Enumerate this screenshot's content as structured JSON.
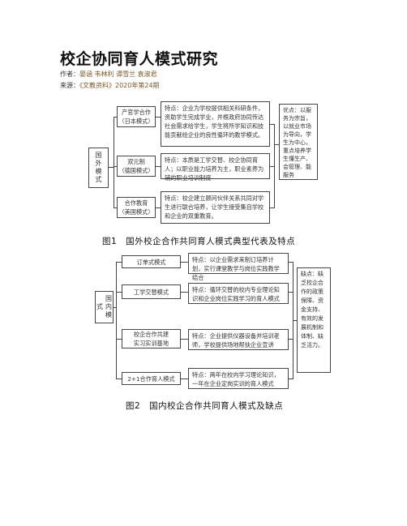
{
  "article": {
    "title": "校企协同育人模式研究",
    "authors_label": "作者：",
    "authors": "晏涵 韦林利 谭雪兰 袁淑君",
    "source_label": "来源：",
    "source": "《文教资料》2020年第24期"
  },
  "figure1": {
    "root": "国外模式",
    "models": [
      {
        "name": "产官学合作\n（日本模式）",
        "feature": "特点：企业为学校提供相关科研条件，资助学生完成学业，并根政府协同传达社会需求给学生，学生将所学知识和技能贡献给企业的良性循环的教学模式。"
      },
      {
        "name": "双元制\n（德国模式）",
        "feature": "特点：本质是工学交替、校企协同育人；以职业能力培养为主，职业素养为辅的职业培训制度"
      },
      {
        "name": "合作教育\n（美国模式）",
        "feature": "特点：校企建立顾问伙伴关系共同对学生进行联合培养，让学生接受集自学校和企业的双重教育。"
      }
    ],
    "advantage": "优点：以服务为宗旨，以就业市场为导向，学生为中心，重点培养学生懂生产、会管理、能服务",
    "caption": "图1　国外校企合作共同育人模式典型代表及特点"
  },
  "figure2": {
    "root": "国内模式",
    "models": [
      {
        "name": "订单式模式",
        "feature": "特点：以企业需求来制订培养计划，实行课堂教学与岗位实践教学结合"
      },
      {
        "name": "工学交替模式",
        "feature": "特点：循环交替的校内专业理论知识和企业岗位实践学习的育人模式"
      },
      {
        "name": "校企合作共建\n实习实训基地",
        "feature": "特点：企业提供仪器设备并培训老师，学校提供场地帮扶企业宣讲"
      },
      {
        "name": "2+1合作育人模式",
        "feature": "特点：两年在校内学习理论知识，一年在企业定岗实训的育人模式"
      }
    ],
    "shortcoming": "缺点：缺乏校企合作的政策保障、资金支持、有效的发展机制和体制、缺乏活力。",
    "caption": "图2　国内校企合作共同育人模式及缺点"
  }
}
